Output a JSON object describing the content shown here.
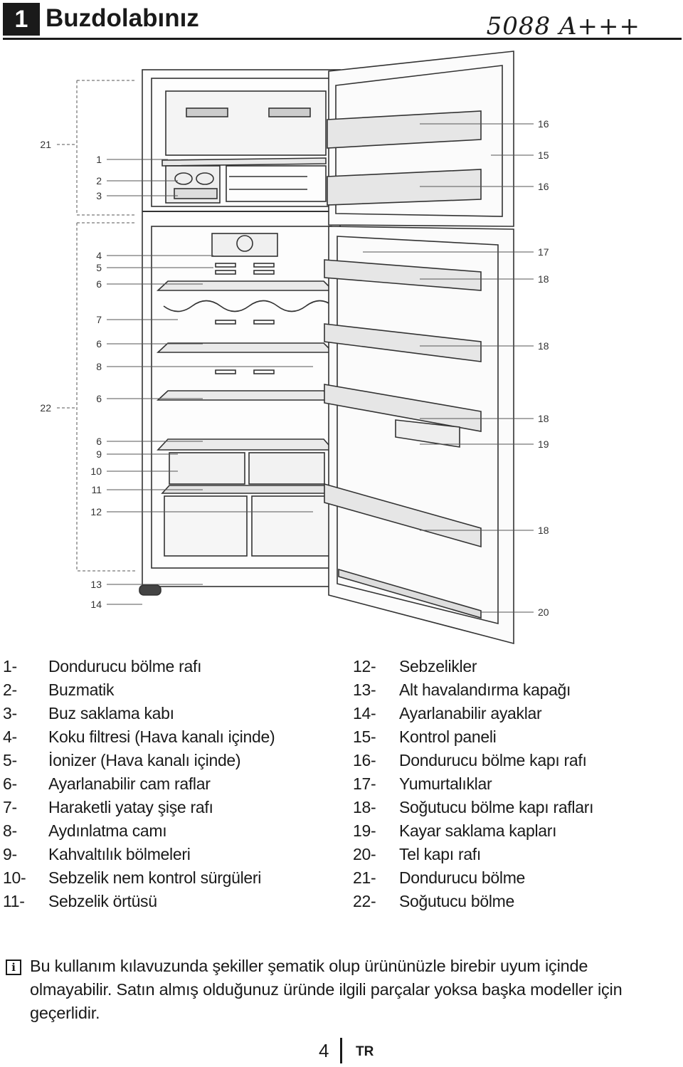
{
  "header": {
    "number": "1",
    "title": "Buzdolabınız",
    "model": "5088 A+++"
  },
  "diagram": {
    "callouts_left": [
      "1",
      "2",
      "3",
      "4",
      "5",
      "6",
      "7",
      "6",
      "8",
      "6",
      "6",
      "9",
      "10",
      "11",
      "12",
      "13",
      "14"
    ],
    "callouts_right": [
      "16",
      "15",
      "16",
      "17",
      "18",
      "18",
      "18",
      "19",
      "18",
      "20"
    ],
    "group_labels": [
      "21",
      "22"
    ]
  },
  "legend": {
    "left": [
      {
        "num": "1-",
        "text": "Dondurucu bölme rafı"
      },
      {
        "num": "2-",
        "text": "Buzmatik"
      },
      {
        "num": "3-",
        "text": "Buz saklama kabı"
      },
      {
        "num": "4-",
        "text": "Koku filtresi (Hava kanalı içinde)"
      },
      {
        "num": "5-",
        "text": "İonizer (Hava kanalı içinde)"
      },
      {
        "num": "6-",
        "text": "Ayarlanabilir cam raflar"
      },
      {
        "num": "7-",
        "text": "Haraketli yatay şişe rafı"
      },
      {
        "num": "8-",
        "text": "Aydınlatma camı"
      },
      {
        "num": "9-",
        "text": "Kahvaltılık bölmeleri"
      },
      {
        "num": "10-",
        "text": "Sebzelik nem kontrol sürgüleri"
      },
      {
        "num": "11-",
        "text": "Sebzelik örtüsü"
      }
    ],
    "right": [
      {
        "num": "12-",
        "text": "Sebzelikler"
      },
      {
        "num": "13-",
        "text": "Alt havalandırma kapağı"
      },
      {
        "num": "14-",
        "text": "Ayarlanabilir ayaklar"
      },
      {
        "num": "15-",
        "text": "Kontrol paneli"
      },
      {
        "num": "16-",
        "text": "Dondurucu bölme kapı rafı"
      },
      {
        "num": "17-",
        "text": "Yumurtalıklar"
      },
      {
        "num": "18-",
        "text": "Soğutucu bölme kapı rafları"
      },
      {
        "num": "19-",
        "text": "Kayar saklama kapları"
      },
      {
        "num": "20-",
        "text": "Tel kapı rafı"
      },
      {
        "num": "21-",
        "text": "Dondurucu bölme"
      },
      {
        "num": "22-",
        "text": "Soğutucu bölme"
      }
    ]
  },
  "note": {
    "icon": "info-icon",
    "text": "Bu kullanım kılavuzunda şekiller şematik olup ürününüzle birebir uyum içinde olmayabilir. Satın almış olduğunuz üründe ilgili parçalar yoksa başka modeller için geçerlidir."
  },
  "footer": {
    "page": "4",
    "lang": "TR"
  }
}
